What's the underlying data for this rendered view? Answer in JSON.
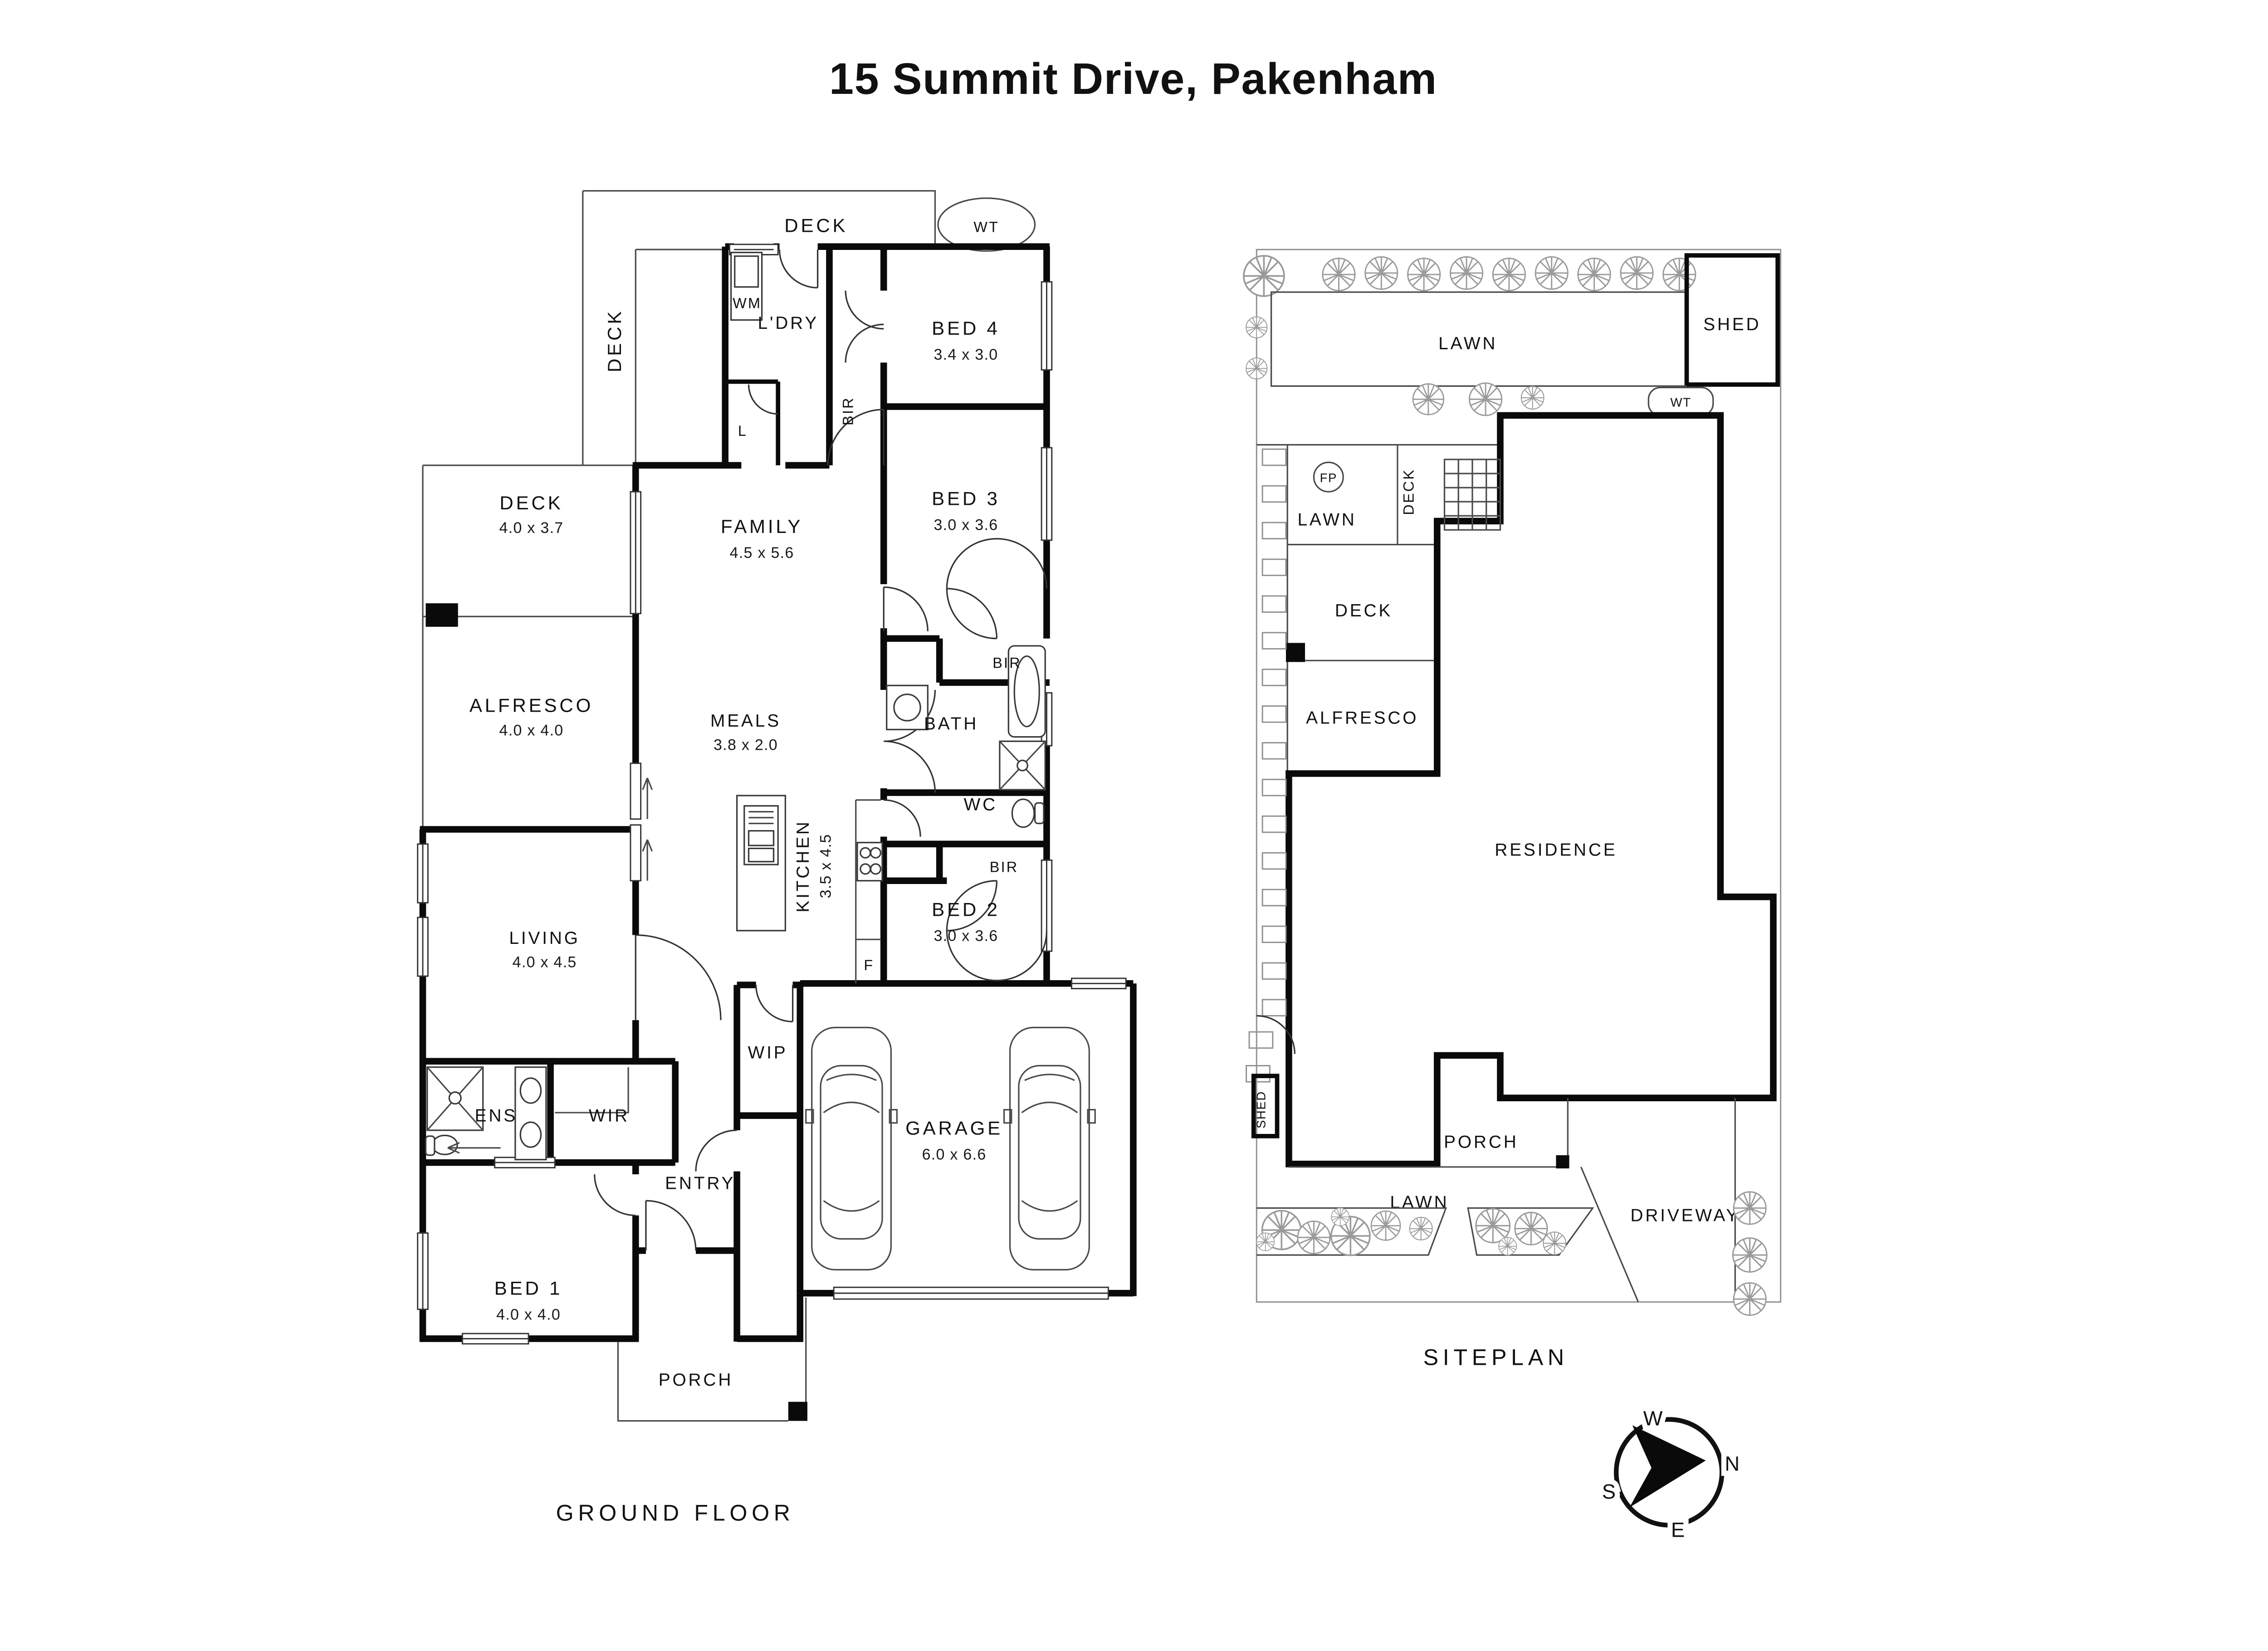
{
  "title": "15 Summit Drive, Pakenham",
  "floor_caption": "GROUND FLOOR",
  "site_caption": "SITEPLAN",
  "fp": {
    "deck_top": "DECK",
    "deck_side": "DECK",
    "wt": "WT",
    "wm": "WM",
    "ldry": "L'DRY",
    "bir_hall": "BIR",
    "linen": "L",
    "bed4": {
      "name": "BED 4",
      "dims": "3.4 x 3.0"
    },
    "bed3": {
      "name": "BED 3",
      "dims": "3.0 x 3.6"
    },
    "bir3": "BIR",
    "bath": "BATH",
    "wc": "WC",
    "bir2": "BIR",
    "bed2": {
      "name": "BED 2",
      "dims": "3.0 x 3.6"
    },
    "deck": {
      "name": "DECK",
      "dims": "4.0 x 3.7"
    },
    "alfresco": {
      "name": "ALFRESCO",
      "dims": "4.0 x 4.0"
    },
    "family": {
      "name": "FAMILY",
      "dims": "4.5 x 5.6"
    },
    "meals": {
      "name": "MEALS",
      "dims": "3.8 x 2.0"
    },
    "kitchen": {
      "name": "KITCHEN",
      "dims": "3.5 x 4.5"
    },
    "fridge": "F",
    "living": {
      "name": "LIVING",
      "dims": "4.0 x 4.5"
    },
    "ens": "ENS",
    "wir": "WIR",
    "wip": "WIP",
    "entry": "ENTRY",
    "bed1": {
      "name": "BED 1",
      "dims": "4.0 x 4.0"
    },
    "garage": {
      "name": "GARAGE",
      "dims": "6.0 x 6.6"
    },
    "porch": "PORCH"
  },
  "sp": {
    "lawn_top": "LAWN",
    "shed_top": "SHED",
    "wt": "WT",
    "fp_marker": "FP",
    "lawn_mid": "LAWN",
    "deck_side": "DECK",
    "deck": "DECK",
    "alfresco": "ALFRESCO",
    "residence": "RESIDENCE",
    "shed_small": "SHED",
    "porch": "PORCH",
    "lawn_bottom": "LAWN",
    "driveway": "DRIVEWAY"
  },
  "compass": {
    "w": "W",
    "n": "N",
    "e": "E",
    "s": "S"
  }
}
